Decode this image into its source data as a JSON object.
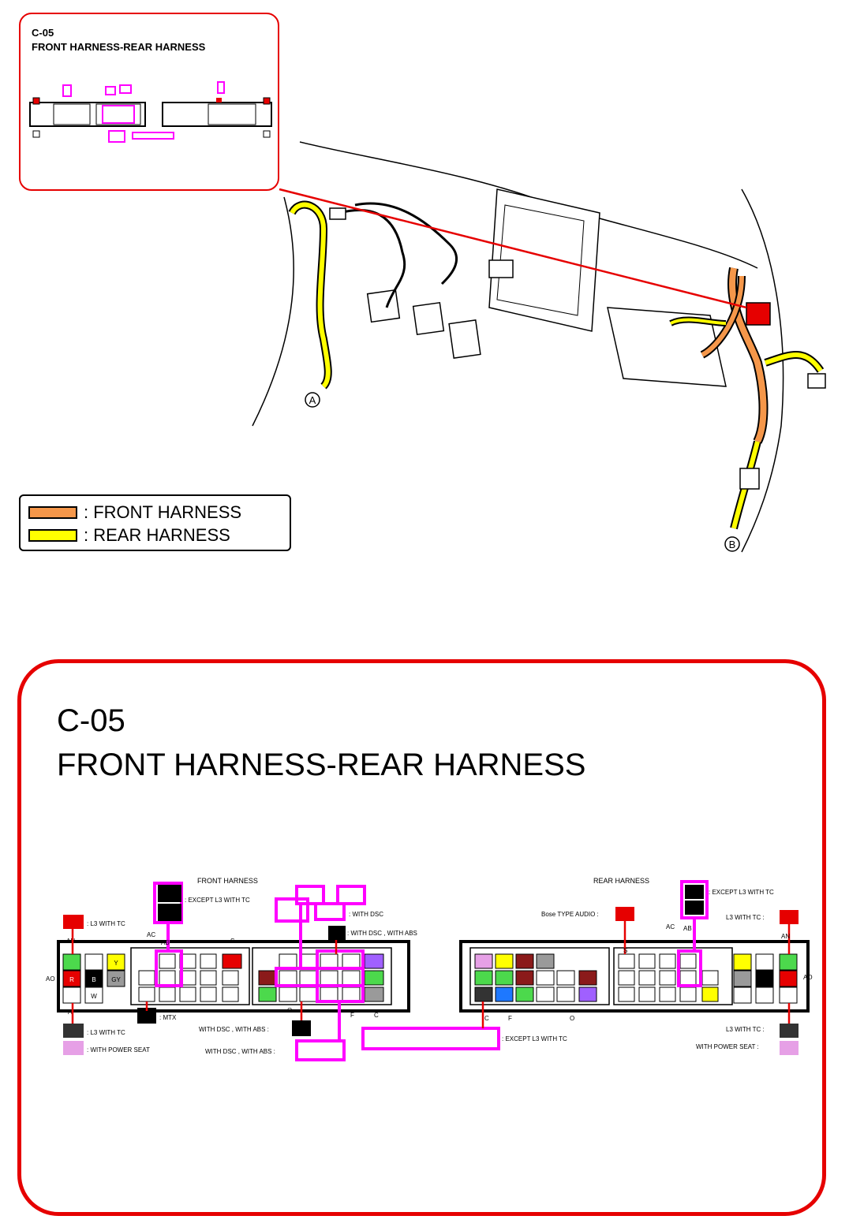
{
  "inset": {
    "code": "C-05",
    "title": "FRONT HARNESS-REAR HARNESS"
  },
  "view": {
    "point_a": "A",
    "point_b": "B"
  },
  "legend": {
    "front": {
      "label": ": FRONT HARNESS",
      "color": "#f5974a"
    },
    "rear": {
      "label": ": REAR HARNESS",
      "color": "#ffff00"
    }
  },
  "detail": {
    "code": "C-05",
    "title": "FRONT HARNESS-REAR HARNESS",
    "front_header": "FRONT HARNESS",
    "rear_header": "REAR HARNESS",
    "notes": {
      "except_l3_tc": ": EXCEPT L3 WITH TC",
      "l3_tc": ": L3 WITH TC",
      "with_dsc": ": WITH DSC",
      "with_dsc_abs": ": WITH DSC , WITH ABS",
      "mtx": ": MTX",
      "with_power_seat": ": WITH POWER SEAT",
      "dsc_abs_a": "WITH DSC , WITH ABS :",
      "dsc_abs_b": "WITH DSC , WITH ABS :",
      "except_l3_tc_bottom": ": EXCEPT L3 WITH TC",
      "bose": "Bose TYPE AUDIO :",
      "except_l3_tc_rear": ": EXCEPT L3 WITH TC",
      "l3_tc_rear": "L3 WITH TC :",
      "l3_tc_rear_b": "L3 WITH TC :",
      "power_seat_rear": "WITH POWER SEAT :"
    },
    "pin_letters": {
      "an": "AN",
      "ao": "AO",
      "ap": "AP",
      "ac": "AC",
      "ab": "AB",
      "s": "S",
      "o": "O",
      "f": "F",
      "c": "C"
    },
    "wire_colors": {
      "r": "R",
      "b": "B",
      "y": "Y",
      "gy": "GY",
      "w": "W",
      "g": "G",
      "br": "BR",
      "p": "P",
      "l": "L"
    }
  },
  "colors": {
    "highlight": "#ff00ff",
    "frame": "#e60000",
    "red": "#e60000",
    "yellow": "#ffff00",
    "orange": "#f5974a"
  }
}
